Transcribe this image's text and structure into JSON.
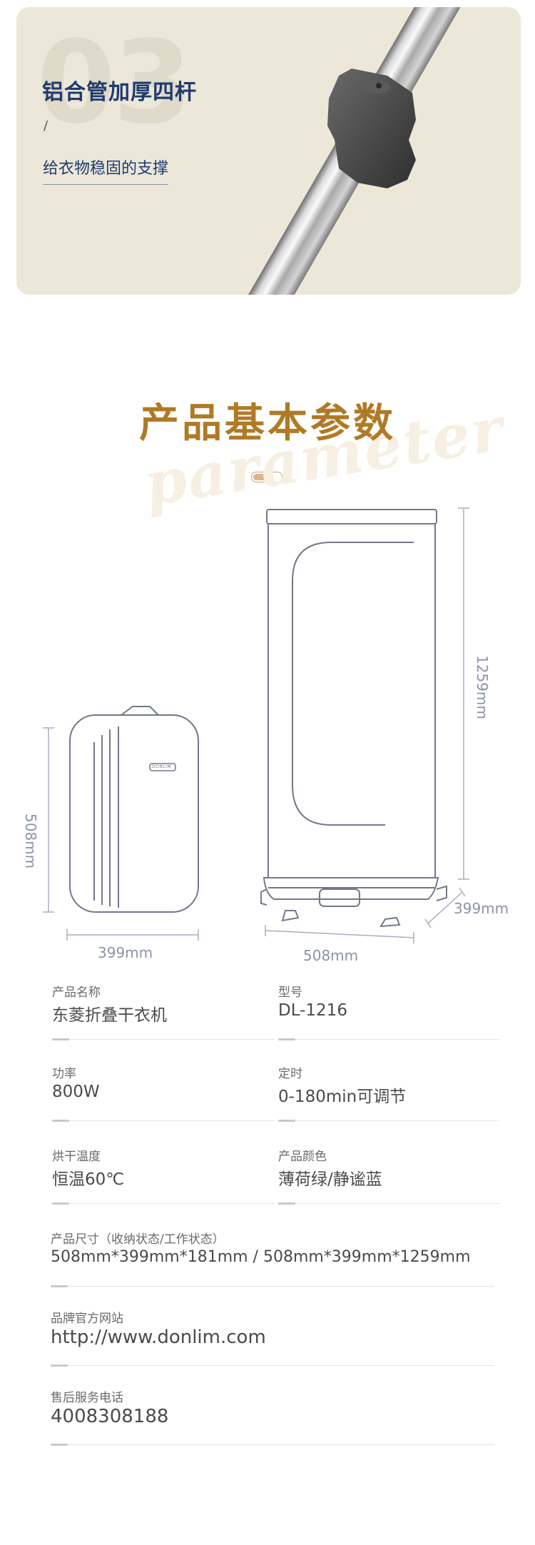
{
  "hero": {
    "number": "03",
    "title": "铝合管加厚四杆",
    "slash": "/",
    "subtitle": "给衣物稳固的支撑"
  },
  "section": {
    "title": "产品基本参数",
    "script_text": "parameter"
  },
  "dimensions": {
    "folded_height": "508mm",
    "folded_width": "399mm",
    "open_height": "1259mm",
    "open_width": "508mm",
    "open_depth": "399mm",
    "brand_badge": "DONLIM"
  },
  "specs": [
    {
      "label": "产品名称",
      "value": "东菱折叠干衣机"
    },
    {
      "label": "型号",
      "value": "DL-1216"
    },
    {
      "label": "功率",
      "value": "800W"
    },
    {
      "label": "定时",
      "value": "0-180min可调节"
    },
    {
      "label": "烘干温度",
      "value": "恒温60℃"
    },
    {
      "label": "产品颜色",
      "value": "薄荷绿/静谧蓝"
    },
    {
      "label": "产品尺寸（收纳状态/工作状态）",
      "value": "508mm*399mm*181mm / 508mm*399mm*1259mm"
    },
    {
      "label": "品牌官方网站",
      "value": "http://www.donlim.com"
    },
    {
      "label": "售后服务电话",
      "value": "4008308188"
    }
  ],
  "colors": {
    "hero_bg": "#ece7d8",
    "title_navy": "#1f3b70",
    "accent_gold": "#b07a25"
  }
}
